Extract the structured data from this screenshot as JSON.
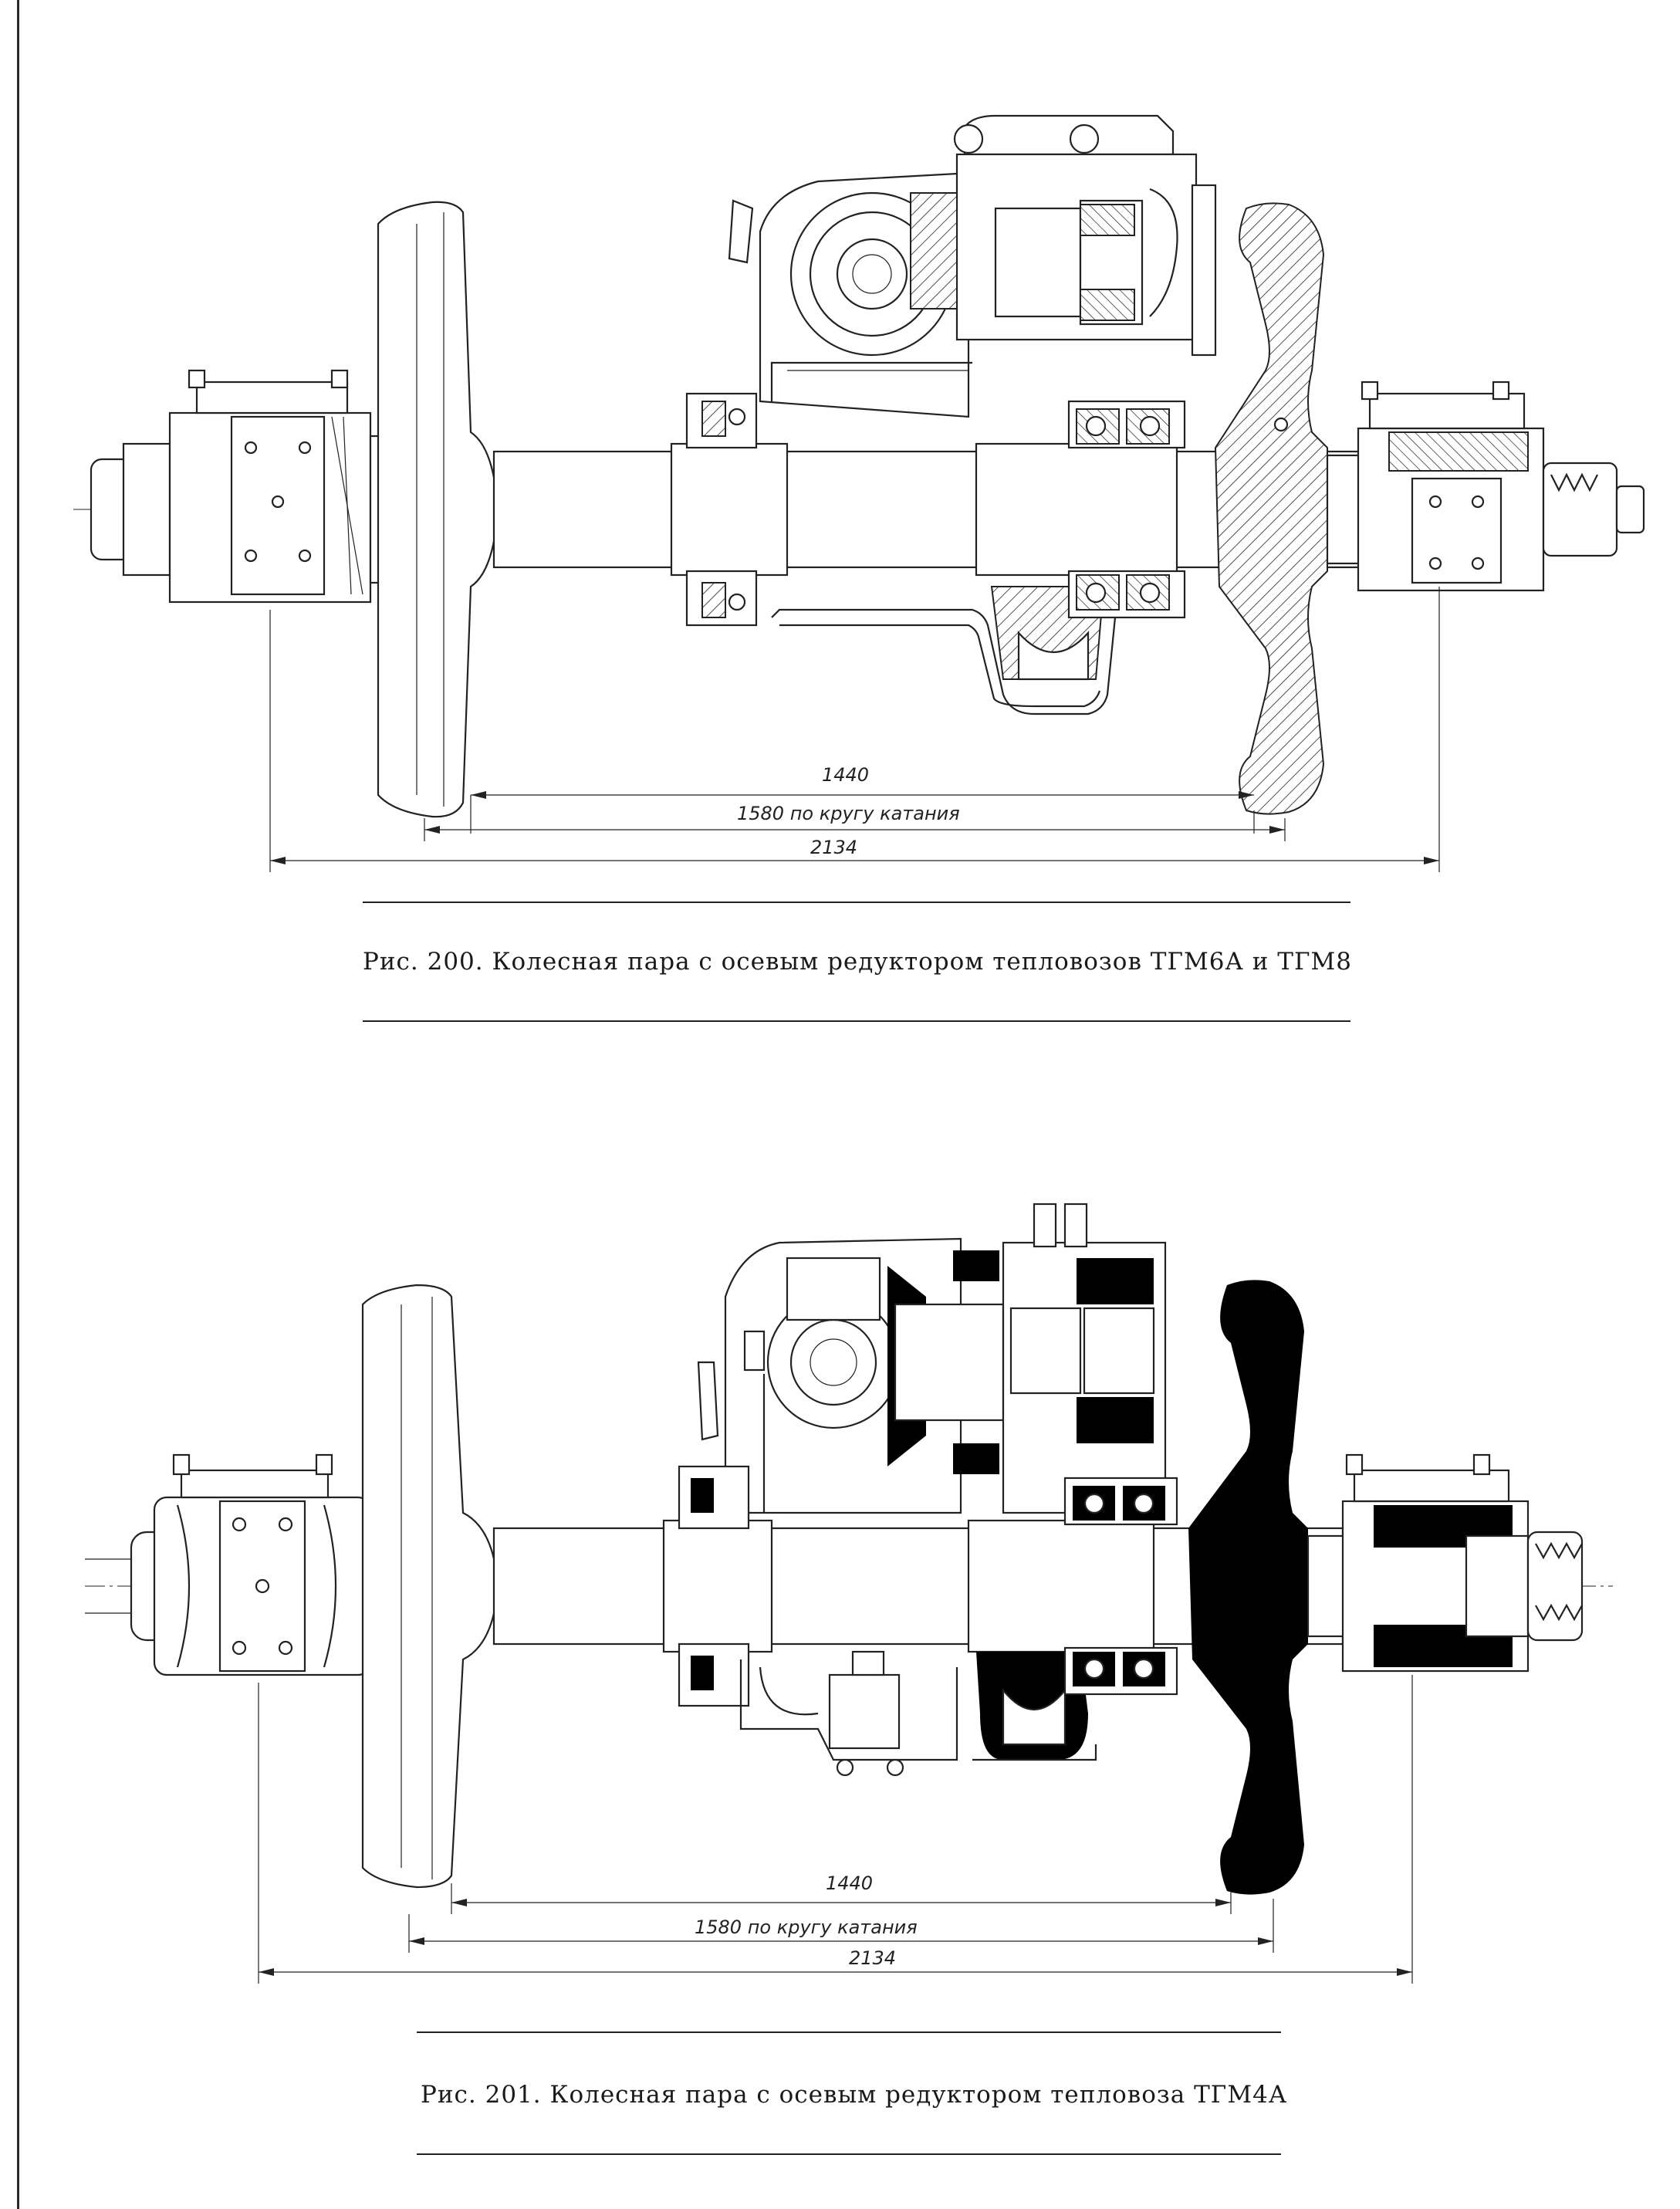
{
  "figures": [
    {
      "id": "fig200",
      "dimensions": {
        "inner": "1440",
        "tread": "1580 по кругу катания",
        "overall": "2134"
      },
      "caption": "Рис. 200. Колесная пара с осевым редуктором тепловозов ТГМ6А и ТГМ8"
    },
    {
      "id": "fig201",
      "dimensions": {
        "inner": "1440",
        "tread": "1580 по кругу катания",
        "overall": "2134"
      },
      "caption": "Рис. 201. Колесная пара с осевым редуктором тепловоза ТГМ4А"
    }
  ]
}
